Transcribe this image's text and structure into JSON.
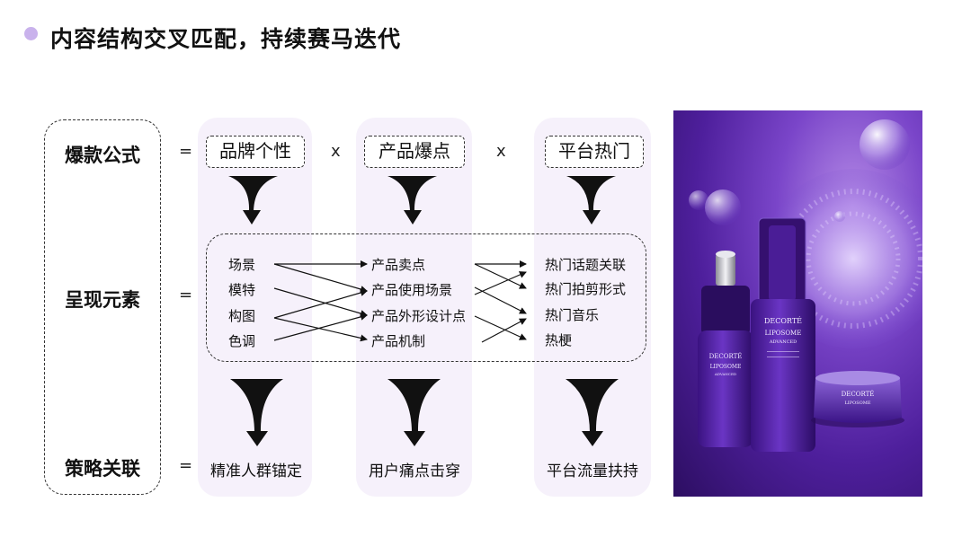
{
  "title": "内容结构交叉匹配，持续赛马迭代",
  "rows": {
    "formula": "爆款公式",
    "elements": "呈现元素",
    "strategy": "策略关联"
  },
  "operators": {
    "equals": "=",
    "times": "x"
  },
  "factors": [
    "品牌个性",
    "产品爆点",
    "平台热门"
  ],
  "elements": {
    "brand": [
      "场景",
      "模特",
      "构图",
      "色调"
    ],
    "product": [
      "产品卖点",
      "产品使用场景",
      "产品外形设计点",
      "产品机制"
    ],
    "platform": [
      "热门话题关联",
      "热门拍剪形式",
      "热门音乐",
      "热梗"
    ]
  },
  "strategies": [
    "精准人群锚定",
    "用户痛点击穿",
    "平台流量扶持"
  ],
  "photo_texts": {
    "brand": "DECORTÉ",
    "line": "LIPOSOME",
    "sub": "ADVANCED"
  },
  "colors": {
    "accent_dot": "#c9b2ec",
    "column_bg": "#f6f1fb",
    "photo_purple": "#5a2aa8"
  }
}
